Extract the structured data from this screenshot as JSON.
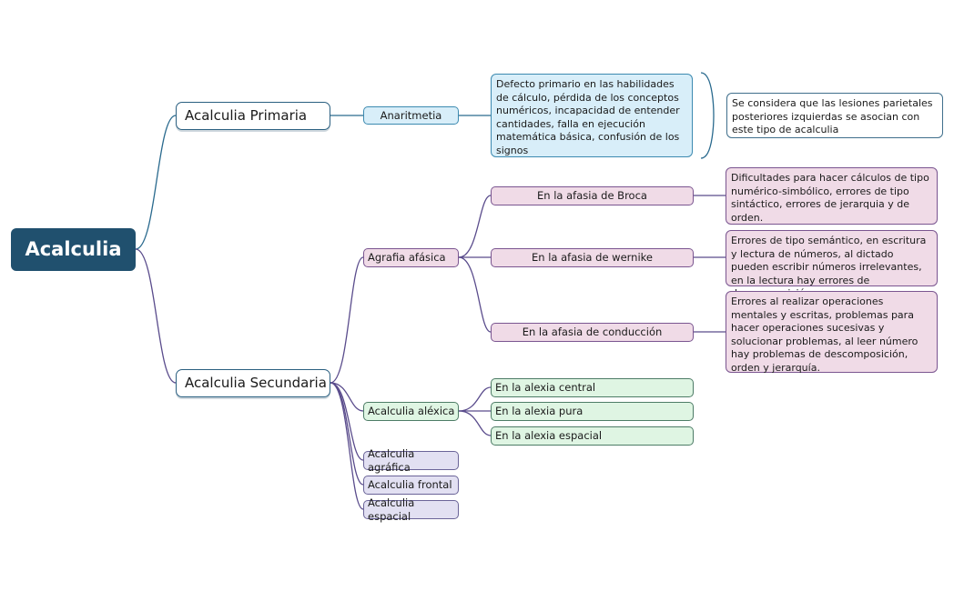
{
  "root": "Acalculia",
  "primaria": {
    "label": "Acalculia Primaria",
    "child": "Anaritmetia",
    "description": "Defecto primario en las habilidades de cálculo, pérdida de los conceptos numéricos, incapacidad de entender cantidades, falla en ejecución matemática básica, confusión de los signos",
    "note": "Se considera que las lesiones parietales posteriores izquierdas se asocian con este tipo de acalculia"
  },
  "secundaria": {
    "label": "Acalculia Secundaria",
    "agrafia": {
      "label": "Agrafia afásica",
      "items": [
        {
          "label": "En la afasia de Broca",
          "description": "Dificultades para hacer cálculos de tipo numérico-simbólico, errores de tipo sintáctico, errores de jerarquia y de orden."
        },
        {
          "label": "En la afasia de wernike",
          "description": "Errores de tipo semántico, en escritura y lectura de números, al dictado pueden escribir números irrelevantes, en la lectura hay errores de descomposición ."
        },
        {
          "label": "En la afasia de conducción",
          "description": "Errores al realizar operaciones mentales y escritas, problemas para hacer operaciones sucesivas y solucionar problemas, al leer número hay problemas de descomposición, orden y jerarquía."
        }
      ]
    },
    "alexica": {
      "label": "Acalculia aléxica",
      "items": [
        "En la alexia central",
        "En la alexia pura",
        "En la alexia espacial"
      ]
    },
    "others": [
      "Acalculia agráfica",
      "Acalculia frontal",
      "Acalculia espacial"
    ]
  }
}
